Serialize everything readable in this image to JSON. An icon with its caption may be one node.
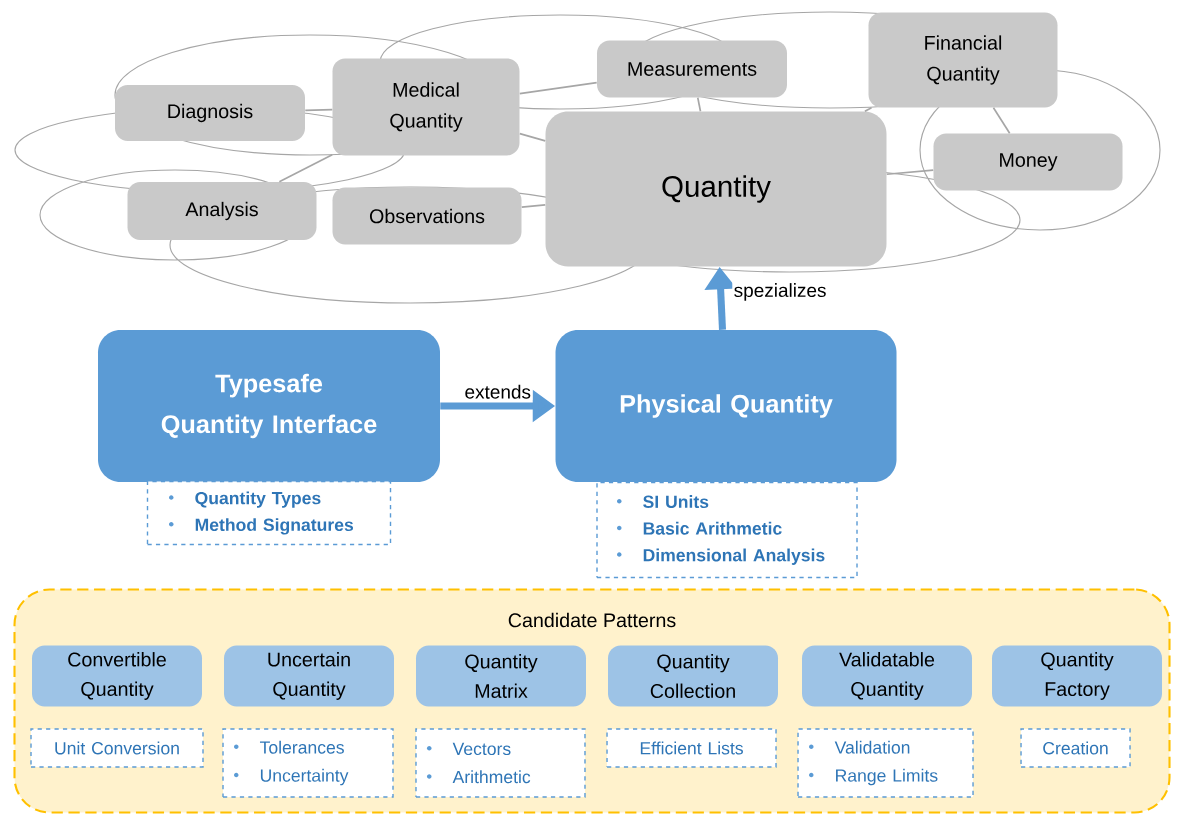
{
  "diagram": {
    "nodes": [
      {
        "text": [],
        "shape": "cloud"
      },
      {
        "text": [
          "Diagnosis"
        ],
        "in": 0
      },
      {
        "text": [
          "Medical Quantity"
        ],
        "in": 0
      },
      {
        "text": [
          "Measurements"
        ],
        "in": 0
      },
      {
        "text": [
          "Financial Quantity"
        ],
        "in": 0
      },
      {
        "text": [
          "Analysis"
        ],
        "in": 0
      },
      {
        "text": [
          "Observations"
        ],
        "in": 0
      },
      {
        "text": [
          "Quantity"
        ],
        "in": 0
      },
      {
        "text": [
          "Money"
        ],
        "in": 0
      },
      {
        "text": [
          "Typesafe Quantity Interface"
        ]
      },
      {
        "text": [
          "Quantity Types",
          "Method Signatures"
        ]
      },
      {
        "text": [
          "Physical Quantity"
        ]
      },
      {
        "text": [
          "SI Units",
          "Basic Arithmetic",
          "Dimensional Analysis"
        ]
      },
      {
        "text": [
          "Candidate Patterns"
        ]
      },
      {
        "text": [
          "Convertible Quantity"
        ],
        "in": 13
      },
      {
        "text": [
          "Unit Conversion"
        ],
        "in": 13
      },
      {
        "text": [
          "Uncertain Quantity"
        ],
        "in": 13
      },
      {
        "text": [
          "Tolerances",
          "Uncertainty"
        ],
        "in": 13
      },
      {
        "text": [
          "Quantity Matrix"
        ],
        "in": 13
      },
      {
        "text": [
          "Vectors",
          "Arithmetic"
        ],
        "in": 13
      },
      {
        "text": [
          "Quantity Collection"
        ],
        "in": 13
      },
      {
        "text": [
          "Efficient Lists"
        ],
        "in": 13
      },
      {
        "text": [
          "Validatable Quantity"
        ],
        "in": 13
      },
      {
        "text": [
          "Validation",
          "Range Limits"
        ],
        "in": 13
      },
      {
        "text": [
          "Quantity Factory"
        ],
        "in": 13
      },
      {
        "text": [
          "Creation"
        ],
        "in": 13
      }
    ],
    "edges": [
      {
        "from": 1,
        "to": 2,
        "arrow": "none"
      },
      {
        "from": 5,
        "to": 2,
        "arrow": "none"
      },
      {
        "from": 2,
        "to": 3,
        "arrow": "none"
      },
      {
        "from": 2,
        "to": 7,
        "arrow": "none"
      },
      {
        "from": 6,
        "to": 7,
        "arrow": "none"
      },
      {
        "from": 3,
        "to": 7,
        "arrow": "none"
      },
      {
        "from": 4,
        "to": 7,
        "arrow": "none"
      },
      {
        "from": 4,
        "to": 8,
        "arrow": "none"
      },
      {
        "from": 7,
        "to": 8,
        "arrow": "none"
      },
      {
        "from": 9,
        "to": 11,
        "arrow": "to",
        "label": "extends",
        "style": "thick",
        "color": "#5b9bd5"
      },
      {
        "from": 11,
        "to": 7,
        "arrow": "to",
        "label": "spezializes",
        "style": "thick",
        "color": "#5b9bd5"
      }
    ]
  }
}
